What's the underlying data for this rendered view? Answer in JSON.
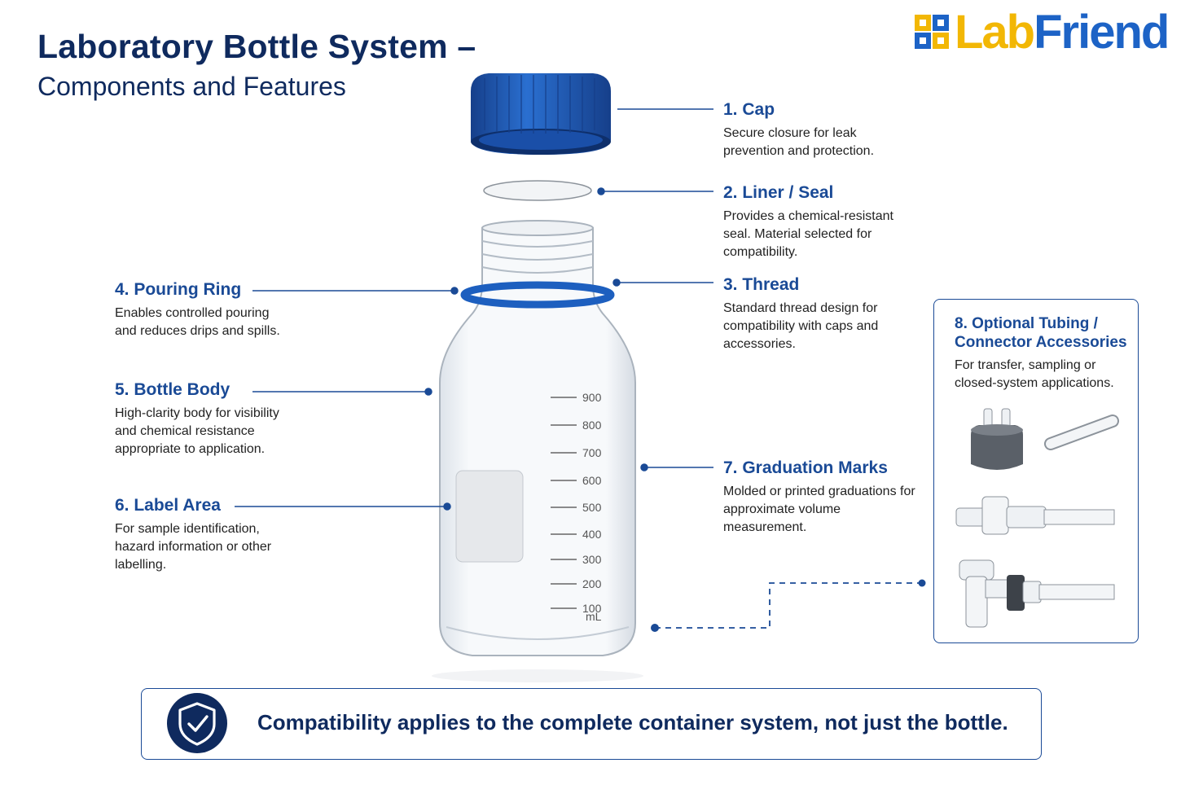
{
  "header": {
    "title": "Laboratory Bottle System –",
    "subtitle": "Components and Features"
  },
  "logo": {
    "part1": "Lab",
    "part2": "Friend"
  },
  "callouts": [
    {
      "heading": "1. Cap",
      "description": "Secure closure for leak prevention and protection."
    },
    {
      "heading": "2. Liner / Seal",
      "description": "Provides a chemical-resistant seal. Material selected for compatibility."
    },
    {
      "heading": "3. Thread",
      "description": "Standard thread design for compatibility with caps and accessories."
    },
    {
      "heading": "4. Pouring Ring",
      "description": "Enables controlled pouring and reduces drips and spills."
    },
    {
      "heading": "5. Bottle Body",
      "description": "High-clarity body for visibility and chemical resistance appropriate to application."
    },
    {
      "heading": "6. Label Area",
      "description": "For sample identification, hazard information or other labelling."
    },
    {
      "heading": "7. Graduation Marks",
      "description": "Molded or printed graduations for approximate volume measurement."
    }
  ],
  "accessories": {
    "heading_line1": "8. Optional Tubing /",
    "heading_line2": "Connector Accessories",
    "description": "For transfer, sampling or closed-system applications."
  },
  "graduations": [
    "900",
    "800",
    "700",
    "600",
    "500",
    "400",
    "300",
    "200",
    "100"
  ],
  "graduation_unit": "mL",
  "banner": {
    "text": "Compatibility applies to the complete container system, not just the bottle.",
    "icon": "shield-check-icon"
  },
  "colors": {
    "navy": "#0f2a5e",
    "blue": "#1a4a96",
    "cap_blue": "#1d5fbf",
    "logo_yellow": "#f2b705",
    "logo_blue": "#1d63c6"
  }
}
